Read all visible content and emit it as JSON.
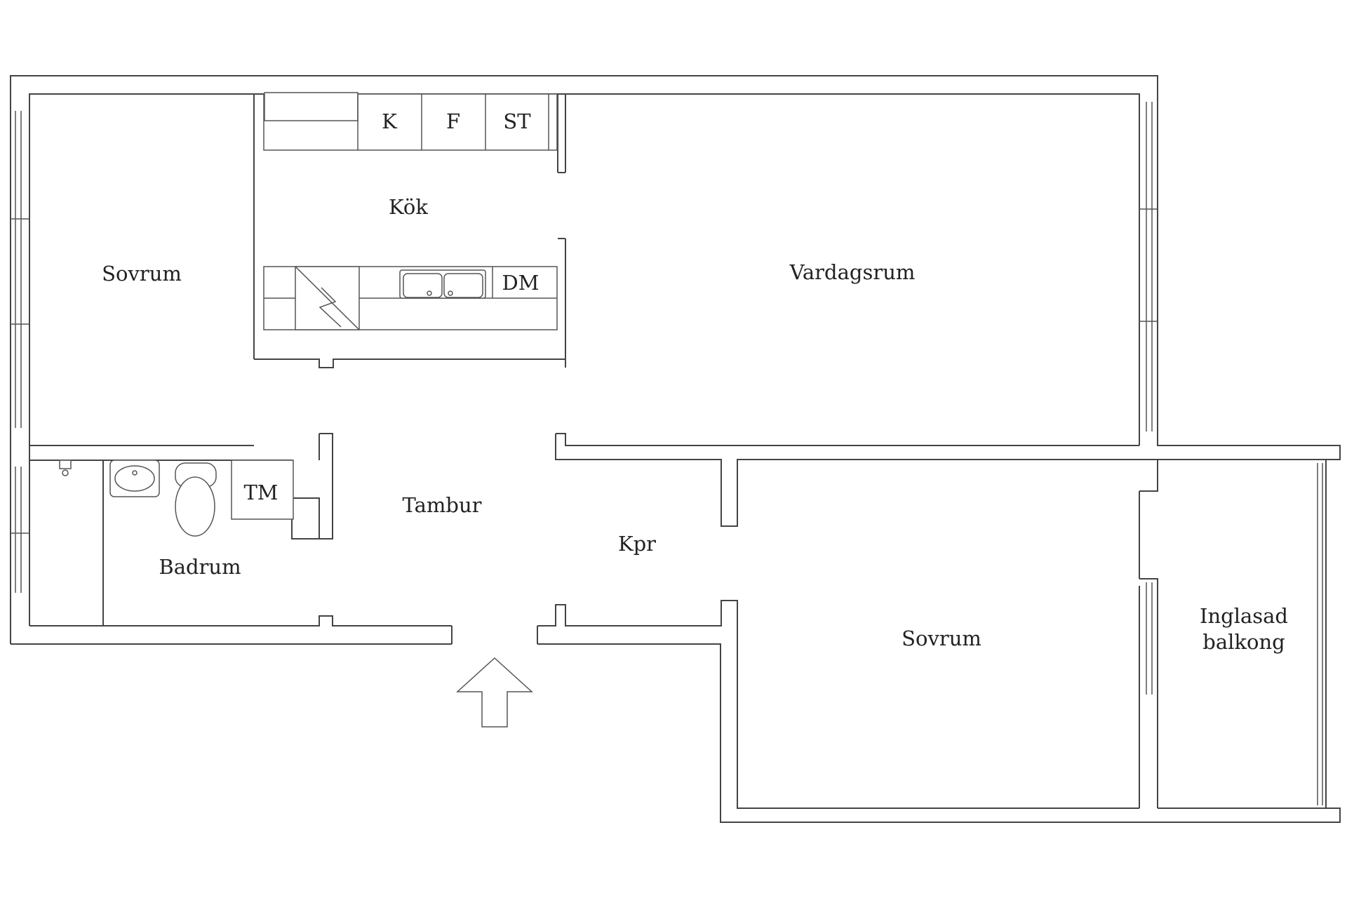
{
  "rooms": {
    "sovrum_left": "Sovrum",
    "kok": "Kök",
    "vardagsrum": "Vardagsrum",
    "tambur": "Tambur",
    "badrum": "Badrum",
    "kpr": "Kpr",
    "sovrum_right": "Sovrum",
    "balkong_line1": "Inglasad",
    "balkong_line2": "balkong"
  },
  "appliances": {
    "kyl": "K",
    "frys": "F",
    "stad": "ST",
    "diskmaskin": "DM",
    "tvattmaskin": "TM"
  },
  "entrance_icon": "arrow-up-icon"
}
